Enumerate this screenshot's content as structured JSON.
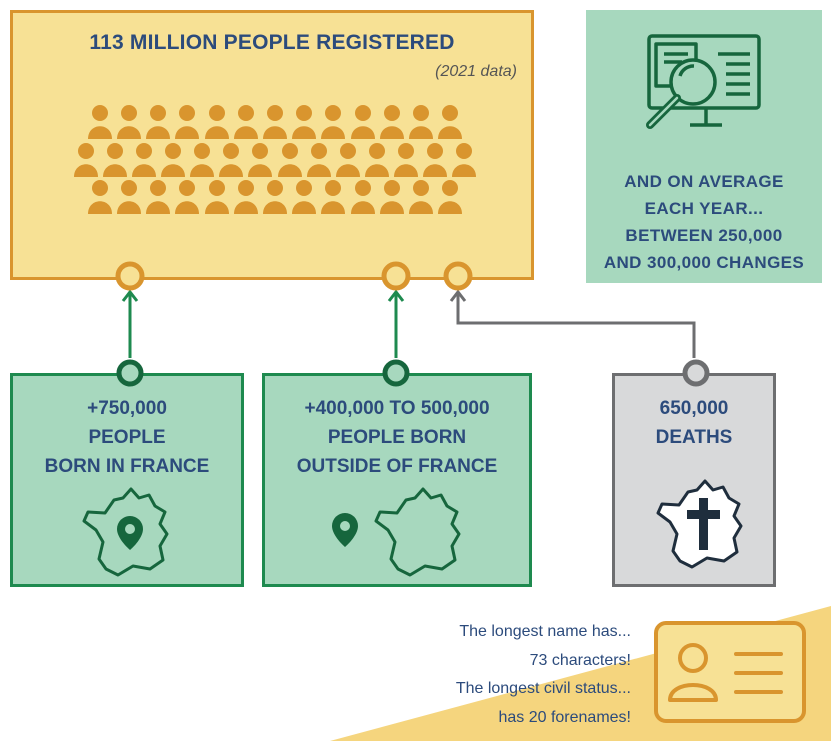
{
  "registered": {
    "title": "113 MILLION PEOPLE REGISTERED",
    "note": "(2021 data)",
    "icon": "people-crowd-icon"
  },
  "updates": {
    "icon": "monitor-magnifier-icon",
    "lines": [
      "AND ON AVERAGE",
      "EACH YEAR...",
      "BETWEEN 250,000",
      "AND 300,000 CHANGES"
    ]
  },
  "sources": [
    {
      "lines": [
        "+750,000",
        "PEOPLE",
        "BORN IN FRANCE"
      ],
      "icon": "france-map-pin-icon"
    },
    {
      "lines": [
        "+400,000 TO 500,000",
        "PEOPLE BORN",
        "OUTSIDE OF FRANCE"
      ],
      "icon": "pin-outside-france-icon"
    },
    {
      "lines": [
        "650,000",
        "DEATHS"
      ],
      "icon": "france-map-cross-icon"
    }
  ],
  "facts": {
    "lines": [
      "The longest name has...",
      "73 characters!",
      "The longest civil status...",
      "has 20 forenames!"
    ],
    "icon": "id-card-icon"
  },
  "colors": {
    "top_fill": "#f7e195",
    "top_border": "#d9952e",
    "people": "#d9952e",
    "green_fill": "#a7d8be",
    "green_border": "#1e8a4f",
    "dark_green": "#16663d",
    "grey_fill": "#d8d9da",
    "grey_border": "#6d6e70",
    "navy": "#2c4b7c"
  }
}
